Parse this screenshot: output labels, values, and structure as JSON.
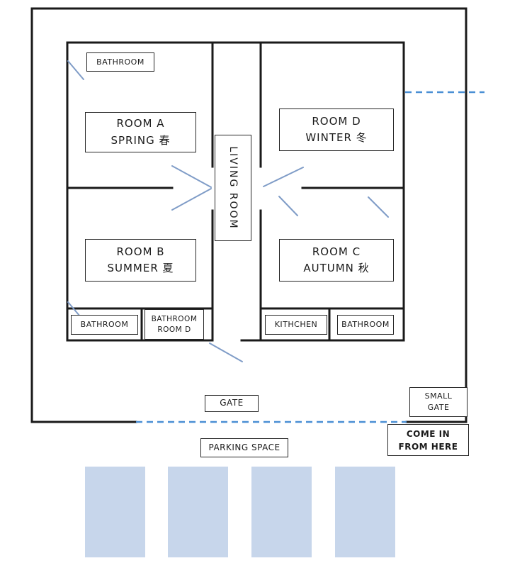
{
  "plan": {
    "rooms": {
      "room_a": {
        "name": "ROOM A",
        "season": "SPRING 春"
      },
      "room_b": {
        "name": "ROOM B",
        "season": "SUMMER 夏"
      },
      "room_c": {
        "name": "ROOM C",
        "season": "AUTUMN 秋"
      },
      "room_d": {
        "name": "ROOM D",
        "season": "WINTER 冬"
      },
      "living_room": "LIVING ROOM"
    },
    "facilities": {
      "bathroom_top": "BATHROOM",
      "bathroom_bottom_left": "BATHROOM",
      "bathroom_room_d": {
        "line1": "BATHROOM",
        "line2": "ROOM D"
      },
      "kitchen": "KITHCHEN",
      "bathroom_bottom_right": "BATHROOM"
    },
    "entrances": {
      "gate": "GATE",
      "small_gate": {
        "line1": "SMALL",
        "line2": "GATE"
      },
      "come_in": {
        "line1": "COME IN",
        "line2": "FROM HERE"
      }
    },
    "outside": {
      "parking": "PARKING SPACE"
    }
  },
  "colors": {
    "wall": "#1a1a1a",
    "door": "#7f9cc7",
    "dashed": "#4a8fd4",
    "parking-fill": "#c7d6eb",
    "box-border": "#262626"
  }
}
